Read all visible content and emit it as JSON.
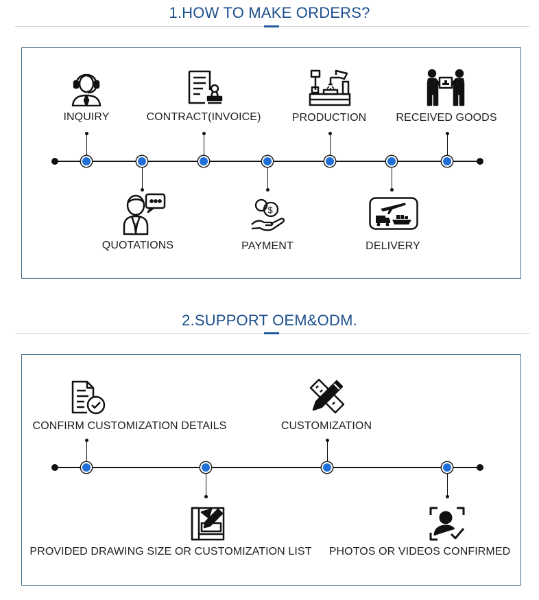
{
  "section1": {
    "title": "1.HOW TO MAKE ORDERS?",
    "steps": [
      {
        "label": "INQUIRY",
        "icon": "customer-service-icon"
      },
      {
        "label": "QUOTATIONS",
        "icon": "consultant-chat-icon"
      },
      {
        "label": "CONTRACT(INVOICE)",
        "icon": "contract-stamp-icon"
      },
      {
        "label": "PAYMENT",
        "icon": "coins-hand-icon"
      },
      {
        "label": "PRODUCTION",
        "icon": "factory-robot-icon"
      },
      {
        "label": "DELIVERY",
        "icon": "shipping-icon"
      },
      {
        "label": "RECEIVED GOODS",
        "icon": "handover-box-icon"
      }
    ]
  },
  "section2": {
    "title": "2.SUPPORT OEM&ODM.",
    "steps": [
      {
        "label": "CONFIRM CUSTOMIZATION DETAILS",
        "icon": "document-check-icon"
      },
      {
        "label": "PROVIDED DRAWING SIZE OR CUSTOMIZATION LIST",
        "icon": "drawing-board-icon"
      },
      {
        "label": "CUSTOMIZATION",
        "icon": "pencil-ruler-icon"
      },
      {
        "label": "PHOTOS OR VIDEOS CONFIRMED",
        "icon": "photo-confirm-icon"
      }
    ]
  },
  "colors": {
    "title": "#1c4f8d",
    "node": "#1f6fd6",
    "border": "#3e6c8e"
  }
}
